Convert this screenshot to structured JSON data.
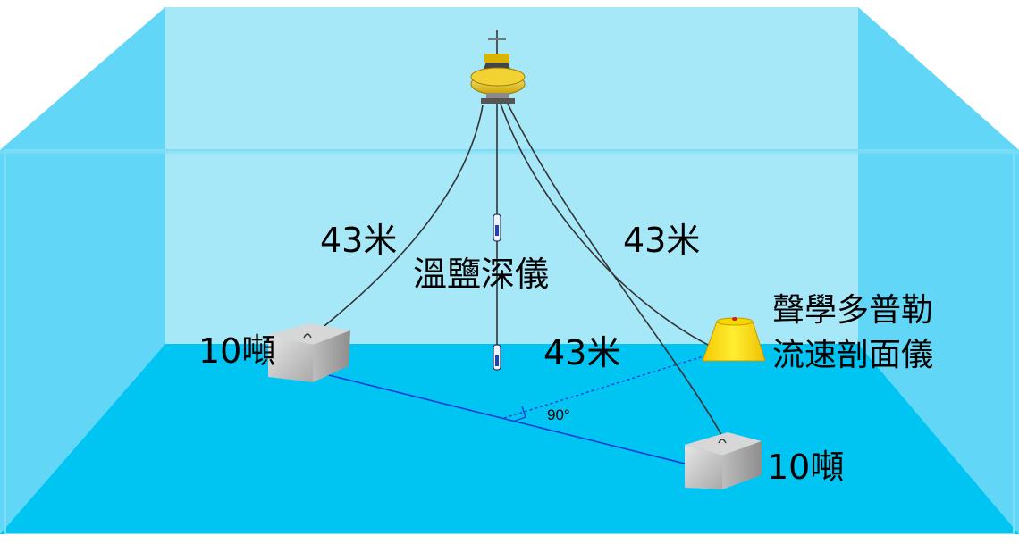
{
  "labels": {
    "line_left": "43米",
    "line_right": "43米",
    "line_bottom": "43米",
    "ctd": "溫鹽深儀",
    "adcp_line1": "聲學多普勒",
    "adcp_line2": "流速剖面儀",
    "anchor_left": "10噸",
    "anchor_right": "10噸",
    "angle": "90°"
  },
  "colors": {
    "seabed": "#00c4f2",
    "back_wall": "#a6e8f8",
    "side_wall": "#62d6f6",
    "top_face": "#6fdaf6",
    "seabed_line": "#1a3bd6",
    "buoy": "#e6c21a",
    "adcp": "#ffe000",
    "anchor": "#c9c9c9",
    "rope": "#333333"
  },
  "icons": [
    "buoy-icon",
    "ctd-sensor-icon",
    "adcp-icon",
    "anchor-block-icon"
  ]
}
